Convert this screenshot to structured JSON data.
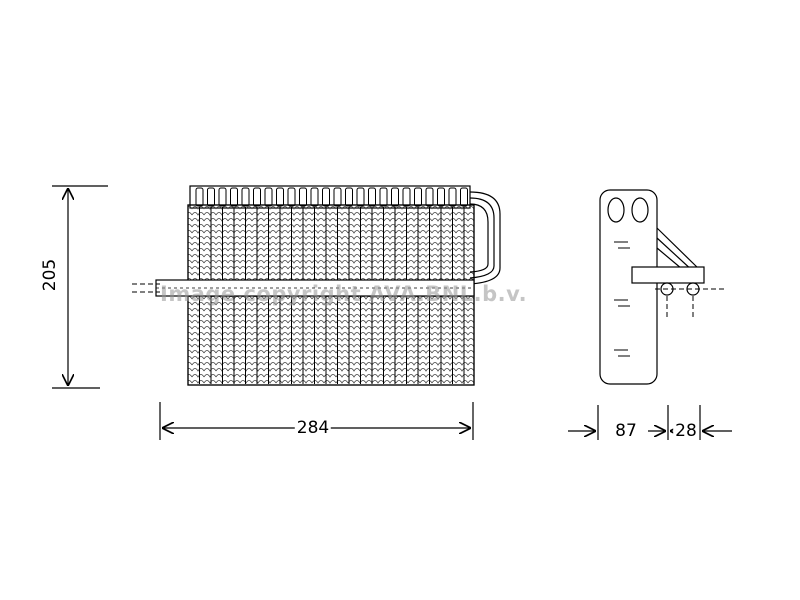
{
  "dimensions": {
    "height": "205",
    "width": "284",
    "depth": "87",
    "pipe_offset": "28"
  },
  "watermark": "Image copyright AVA.BNL.b.v.",
  "colors": {
    "line": "#000000",
    "fin": "#444444",
    "background": "#ffffff"
  }
}
